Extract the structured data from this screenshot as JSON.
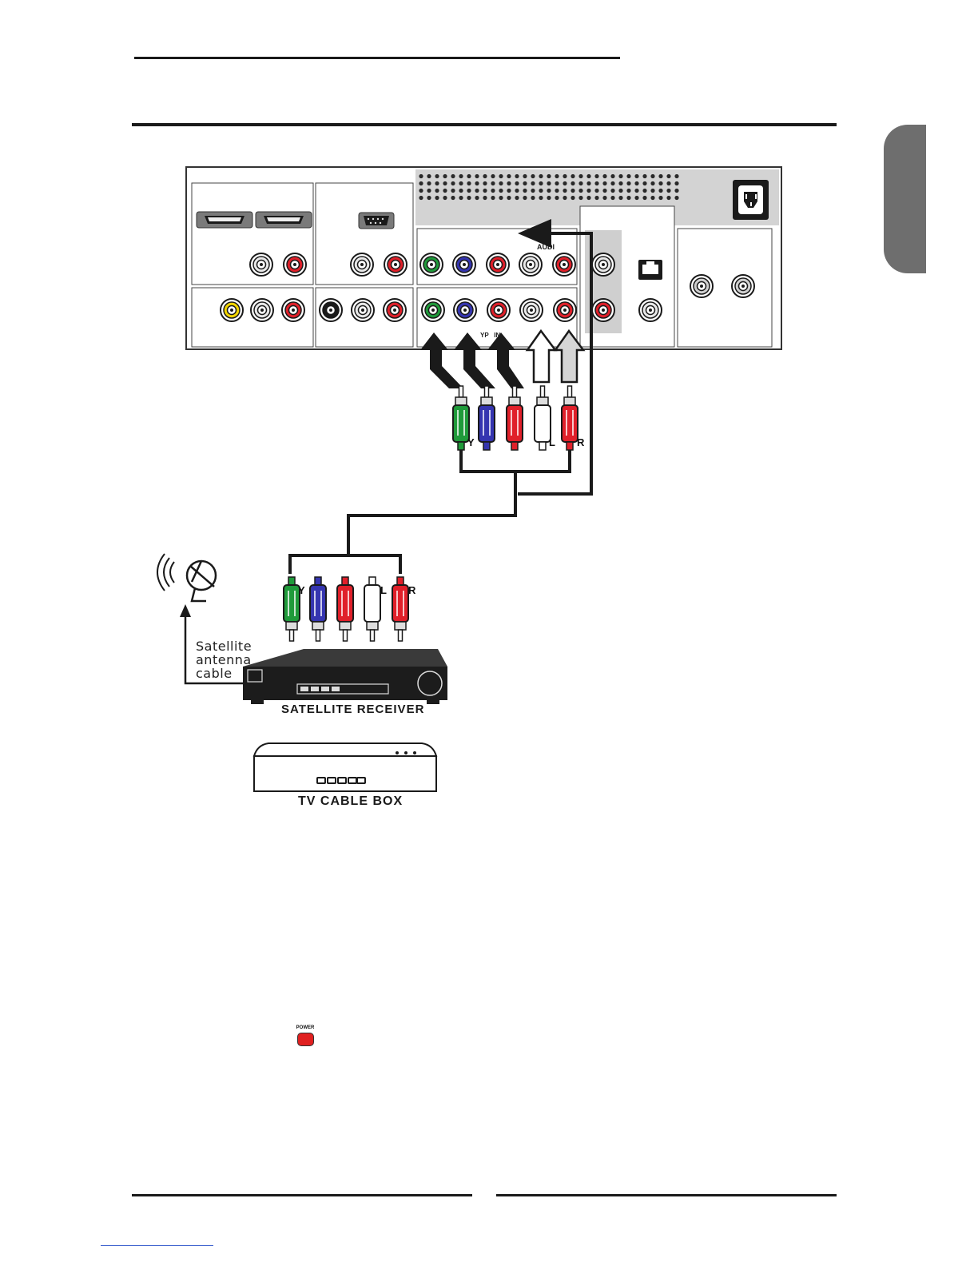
{
  "connectors": {
    "audio_label": "AUDI",
    "ypbpr_label": "YP   IN",
    "plug_labels_top": [
      "Y",
      "L",
      "R"
    ],
    "plug_labels_bottom": [
      "Y",
      "L",
      "R"
    ]
  },
  "satellite": {
    "antenna_lines": [
      "Satellite",
      "antenna",
      "cable"
    ],
    "receiver_label": "SATELLITE RECEIVER"
  },
  "cable_box": {
    "label": "TV CABLE BOX"
  },
  "power_button": {
    "label": "POWER",
    "color": "#e02020"
  },
  "colors": {
    "green": "#1f9a3a",
    "blue": "#3535b0",
    "red": "#e0202a",
    "tab_gray": "#6e6e6e"
  }
}
